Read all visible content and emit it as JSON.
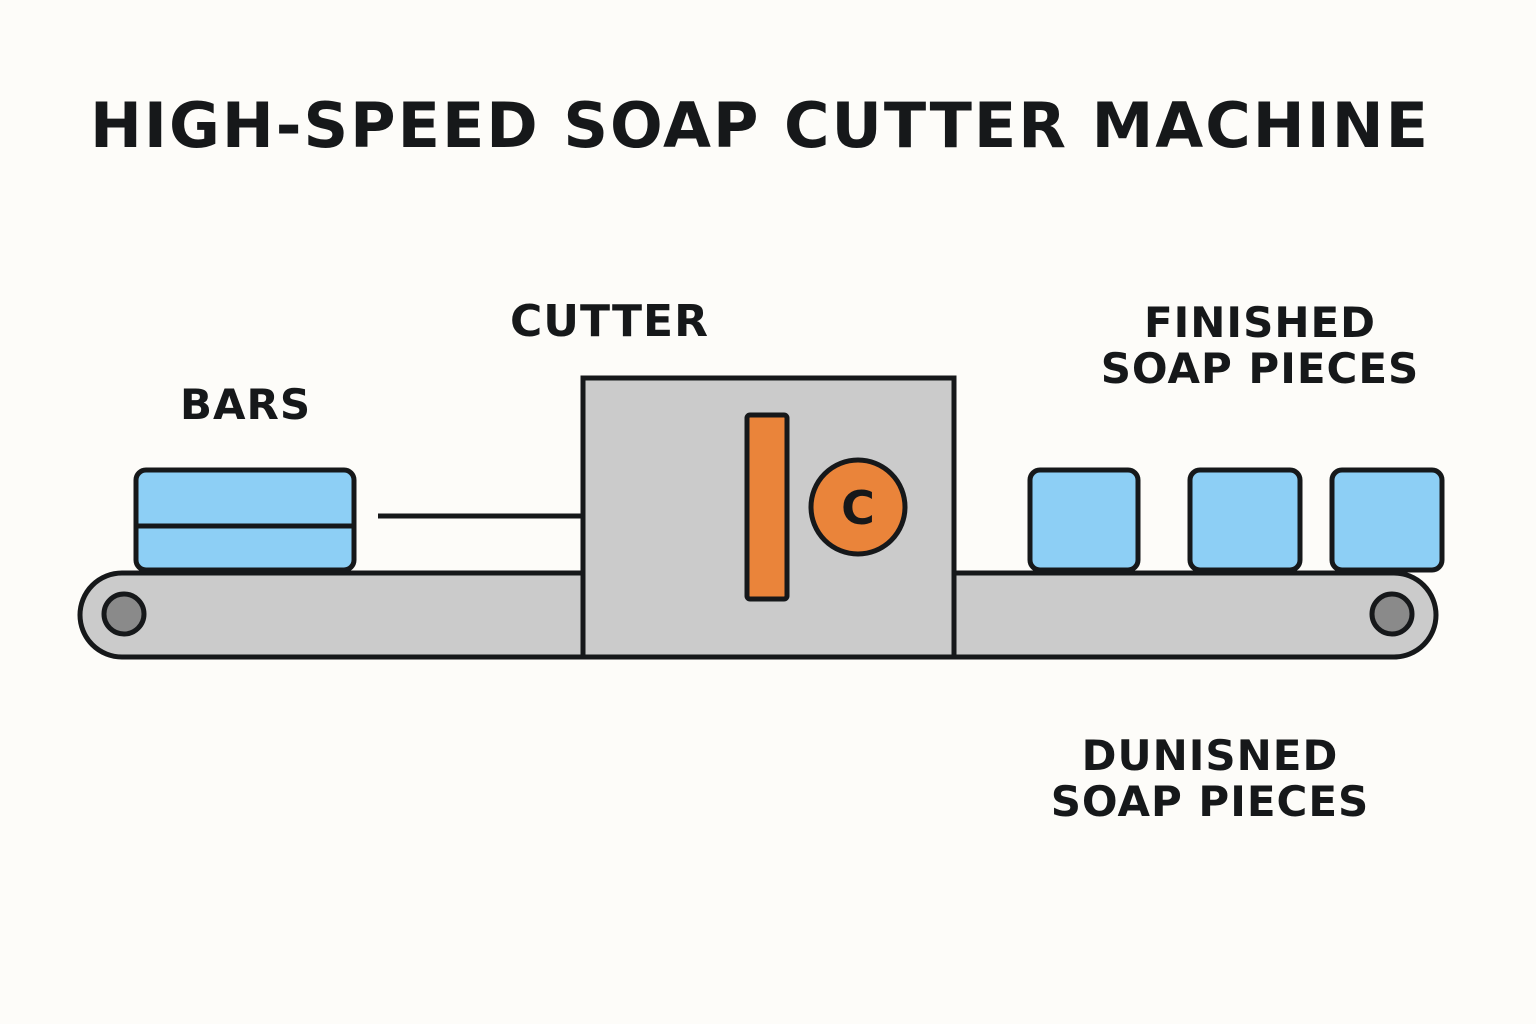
{
  "title": "HIGH-SPEED SOAP CUTTER MACHINE",
  "labels": {
    "bars": "BARS",
    "cutter": "CUTTER",
    "finished_line1": "FINISHED",
    "finished_line2": "SOAP PIECES",
    "bottom_line1": "DUNISNED",
    "bottom_line2": "SOAP PIECES"
  },
  "cutter_badge": "C",
  "colors": {
    "soap": "#8dcff5",
    "machine": "#cbcbcb",
    "accent": "#ea843a",
    "roller": "#8a8a8a",
    "outline": "#16181a",
    "background": "#fdfcf9"
  }
}
